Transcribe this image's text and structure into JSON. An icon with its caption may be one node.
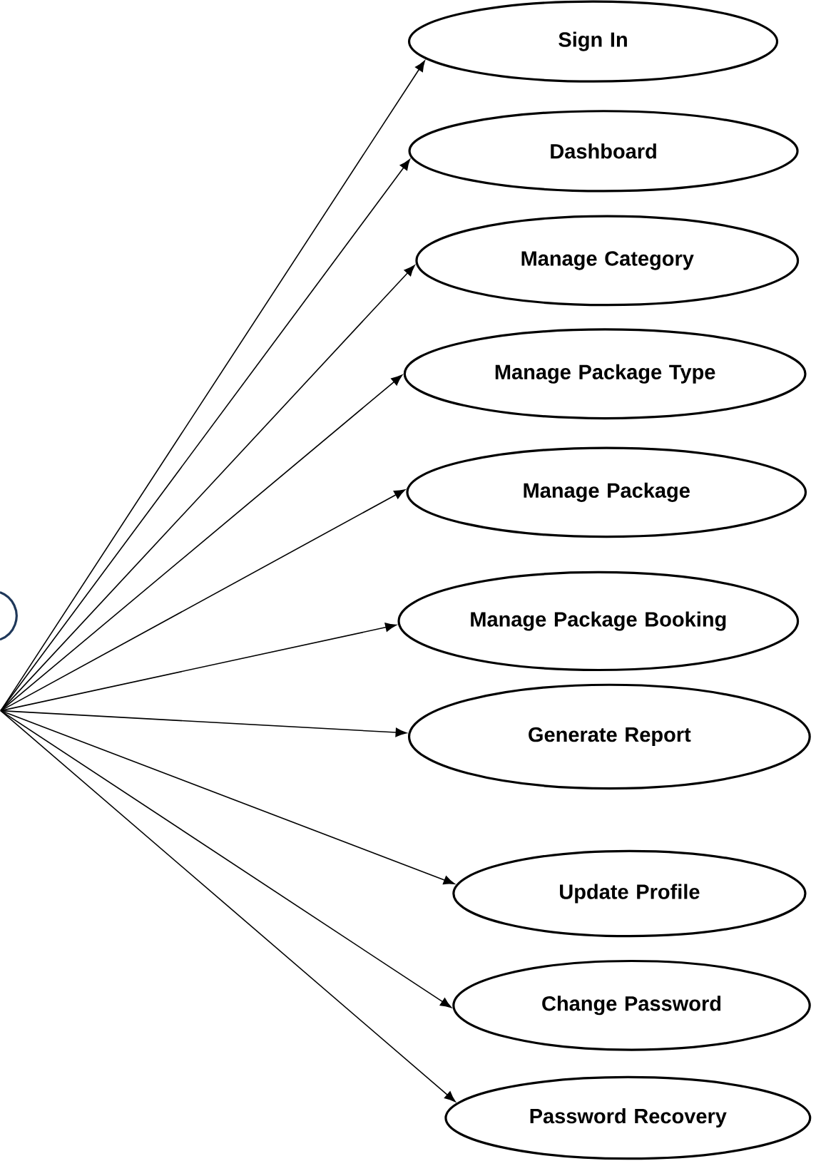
{
  "diagram": {
    "nodes": [
      {
        "text": [
          "Sign In"
        ]
      },
      {
        "text": [
          "Dashboard"
        ]
      },
      {
        "text": [
          "Manage Category"
        ]
      },
      {
        "text": [
          "Manage Package Type"
        ]
      },
      {
        "text": [
          "Manage Package"
        ]
      },
      {
        "text": [
          "Manage Package Booking"
        ]
      },
      {
        "text": [
          "Generate Report"
        ]
      },
      {
        "text": [
          "Update Profile"
        ]
      },
      {
        "text": [
          "Change Password"
        ]
      },
      {
        "text": [
          "Password Recovery"
        ]
      }
    ],
    "edges": [
      {
        "from": null,
        "to": 0,
        "arrow": "to"
      },
      {
        "from": null,
        "to": 1,
        "arrow": "to"
      },
      {
        "from": null,
        "to": 2,
        "arrow": "to"
      },
      {
        "from": null,
        "to": 3,
        "arrow": "to"
      },
      {
        "from": null,
        "to": 4,
        "arrow": "to"
      },
      {
        "from": null,
        "to": 5,
        "arrow": "to"
      },
      {
        "from": null,
        "to": 6,
        "arrow": "to"
      },
      {
        "from": null,
        "to": 7,
        "arrow": "to"
      },
      {
        "from": null,
        "to": 8,
        "arrow": "to"
      },
      {
        "from": null,
        "to": 9,
        "arrow": "to"
      }
    ]
  }
}
